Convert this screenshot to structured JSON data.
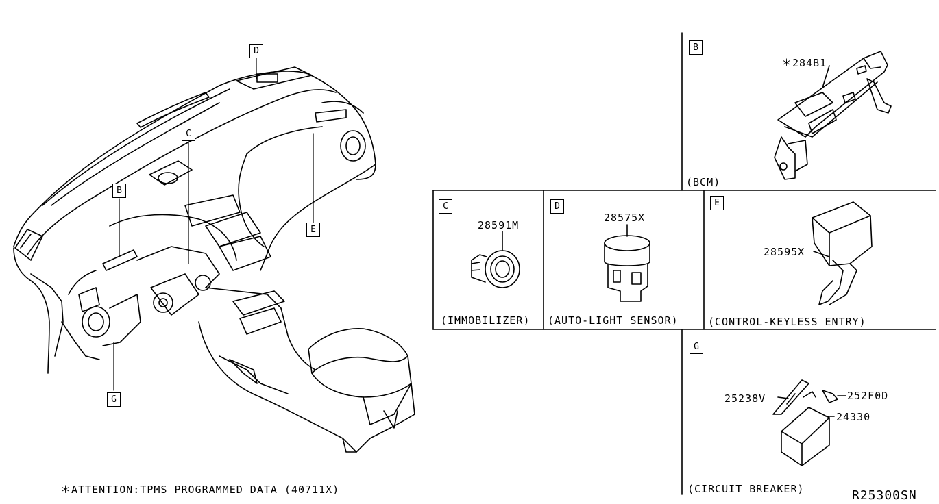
{
  "main_diagram": {
    "callouts": {
      "d": "D",
      "c": "C",
      "b": "B",
      "e": "E",
      "g": "G"
    }
  },
  "panels": {
    "bcm": {
      "letter": "B",
      "part": "＊284B1",
      "caption": "(BCM)"
    },
    "immobilizer": {
      "letter": "C",
      "part": "28591M",
      "caption": "(IMMOBILIZER)"
    },
    "auto_light": {
      "letter": "D",
      "part": "28575X",
      "caption": "(AUTO-LIGHT SENSOR)"
    },
    "keyless": {
      "letter": "E",
      "part": "28595X",
      "caption": "(CONTROL-KEYLESS ENTRY)"
    },
    "breaker": {
      "letter": "G",
      "parts": {
        "a": "25238V",
        "b": "252F0D",
        "c": "24330"
      },
      "caption": "(CIRCUIT BREAKER)"
    }
  },
  "footnote": "＊ATTENTION:TPMS PROGRAMMED DATA (40711X)",
  "diagram_code": "R25300SN"
}
